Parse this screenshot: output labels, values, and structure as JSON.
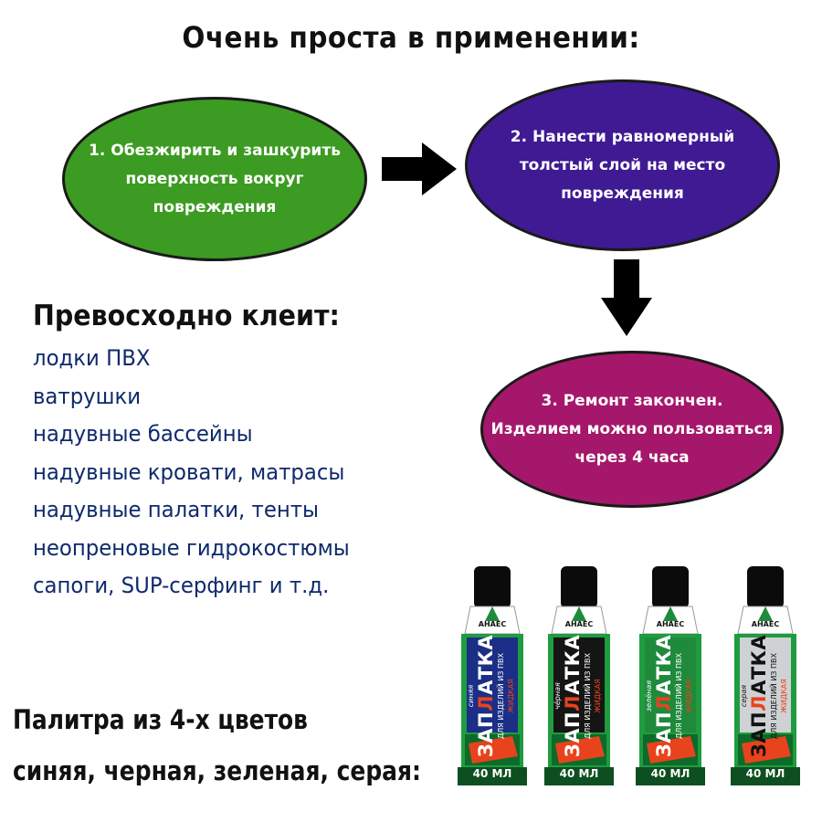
{
  "title": "Очень проста в применении:",
  "steps": [
    {
      "lines": [
        "1. Обезжирить и зашкурить",
        "поверхность вокруг",
        "повреждения"
      ],
      "color": "#3c9b22"
    },
    {
      "lines": [
        "2. Нанести равномерный",
        "толстый слой на место",
        "повреждения"
      ],
      "color": "#3f1a93"
    },
    {
      "lines": [
        "3. Ремонт закончен.",
        "Изделием можно пользоваться",
        "через 4 часа"
      ],
      "color": "#a5176a"
    }
  ],
  "uses": {
    "heading": "Превосходно клеит:",
    "items": [
      "лодки ПВХ",
      "ватрушки",
      "надувные бассейны",
      "надувные кровати, матрасы",
      "надувные палатки, тенты",
      "неопреновые гидрокостюмы",
      "сапоги, SUP-серфинг и т.д."
    ],
    "text_color": "#0f2a6b"
  },
  "palette": {
    "line1": "Палитра из 4-х цветов",
    "line2": "синяя, черная, зеленая, серая:"
  },
  "tubes": [
    {
      "color_name": "синяя",
      "panel_color": "#1b2f86",
      "brand": "АНАЕС",
      "word1": "ЖИДКАЯ",
      "word2_a": "ЗАП",
      "word2_b": "Л",
      "word2_c": "АТКА",
      "subtitle": "ДЛЯ ИЗДЕЛИЙ ИЗ ПВХ",
      "volume": "40 МЛ"
    },
    {
      "color_name": "чёрная",
      "panel_color": "#151515",
      "brand": "АНАЕС",
      "word1": "ЖИДКАЯ",
      "word2_a": "ЗАП",
      "word2_b": "Л",
      "word2_c": "АТКА",
      "subtitle": "ДЛЯ ИЗДЕЛИЙ ИЗ ПВХ",
      "volume": "40 МЛ"
    },
    {
      "color_name": "зелёная",
      "panel_color": "#1f8a3c",
      "brand": "АНАЕС",
      "word1": "ЖИДКАЯ",
      "word2_a": "ЗАП",
      "word2_b": "Л",
      "word2_c": "АТКА",
      "subtitle": "ДЛЯ ИЗДЕЛИЙ ИЗ ПВХ",
      "volume": "40 МЛ"
    },
    {
      "color_name": "серая",
      "panel_color": "#cfd2d4",
      "brand": "АНАЕС",
      "word1": "ЖИДКАЯ",
      "word2_a": "ЗАП",
      "word2_b": "Л",
      "word2_c": "АТКА",
      "subtitle": "ДЛЯ ИЗДЕЛИЙ ИЗ ПВХ",
      "volume": "40 МЛ"
    }
  ],
  "icons": {
    "arrow_right": "arrow-right-icon",
    "arrow_down": "arrow-down-icon"
  }
}
